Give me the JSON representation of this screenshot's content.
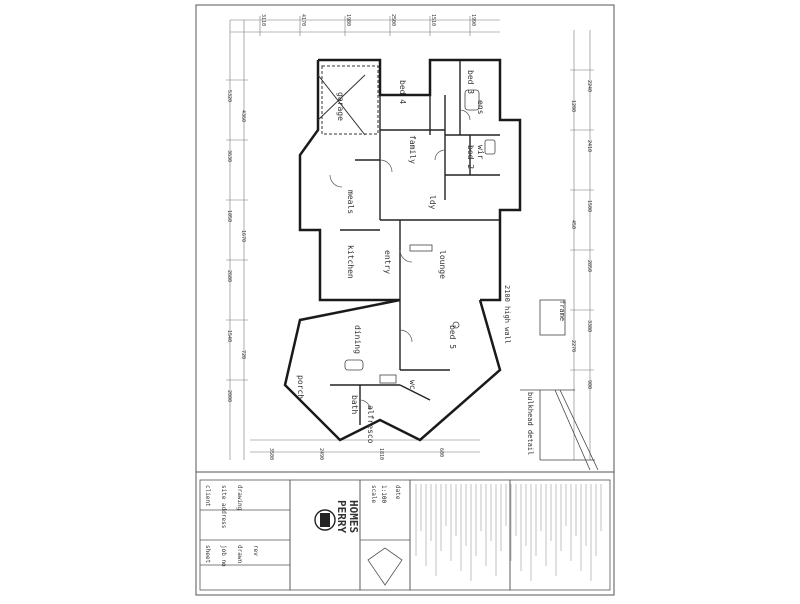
{
  "colors": {
    "paper": "#ffffff",
    "ink": "#3a3a3a",
    "wall": "#1a1a1a",
    "faint": "#9a9a9a"
  },
  "rooms": {
    "bed_4": "bed 4",
    "bed_3": "bed 3",
    "bed_2": "bed 2",
    "bed_5": "bed 5",
    "family": "family",
    "lounge": "lounge",
    "dining": "dining",
    "kitchen": "kitchen",
    "meals": "meals",
    "entry": "entry",
    "porch": "porch",
    "bath": "bath",
    "ens": "ens",
    "wir": "wir",
    "ldy": "ldy",
    "wc": "wc",
    "alfresco": "alfresco",
    "garage": "garage"
  },
  "notes": {
    "high_wall": "2100 high wall",
    "bulkhead": "bulkhead detail",
    "frame": "frame"
  },
  "title_block": {
    "company_line1": "PERRY",
    "company_line2": "HOMES",
    "client_label": "client",
    "site_label": "site address",
    "drawing_label": "drawing",
    "scale_label": "scale",
    "date_label": "date",
    "scale_value": "1:100",
    "sheet_label": "sheet",
    "job_label": "job no",
    "drawn_label": "drawn",
    "revision_label": "rev"
  },
  "dimensions": [
    "3110",
    "4170",
    "1980",
    "2500",
    "1510",
    "1990",
    "5320",
    "3630",
    "1050",
    "2680",
    "1540",
    "2000",
    "4360",
    "1670",
    "720",
    "2240",
    "2410",
    "1500",
    "2850",
    "3380",
    "900",
    "1200",
    "450",
    "2270",
    "3500",
    "2490",
    "1810",
    "600"
  ]
}
